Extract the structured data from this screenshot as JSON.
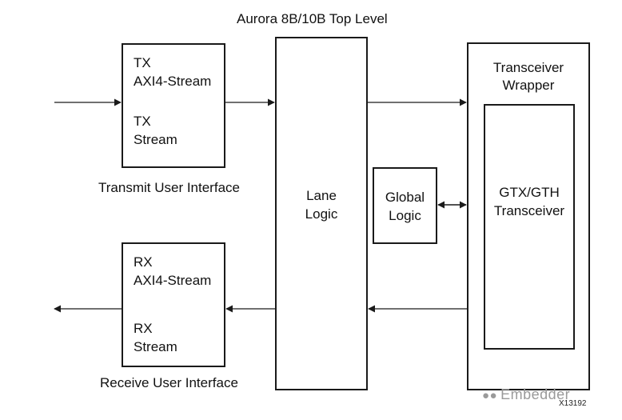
{
  "title": "Aurora 8B/10B Top Level",
  "tx_block": {
    "line1": "TX",
    "line2": "AXI4-Stream",
    "line3": "TX",
    "line4": "Stream",
    "caption": "Transmit User Interface"
  },
  "rx_block": {
    "line1": "RX",
    "line2": "AXI4-Stream",
    "line3": "RX",
    "line4": "Stream",
    "caption": "Receive User Interface"
  },
  "lane_logic": {
    "line1": "Lane",
    "line2": "Logic"
  },
  "global_logic": {
    "line1": "Global",
    "line2": "Logic"
  },
  "transceiver_wrapper": {
    "line1": "Transceiver",
    "line2": "Wrapper"
  },
  "gtx_transceiver": {
    "line1": "GTX/GTH",
    "line2": "Transceiver"
  },
  "figure_code": "X13192",
  "watermark": "Embedder"
}
